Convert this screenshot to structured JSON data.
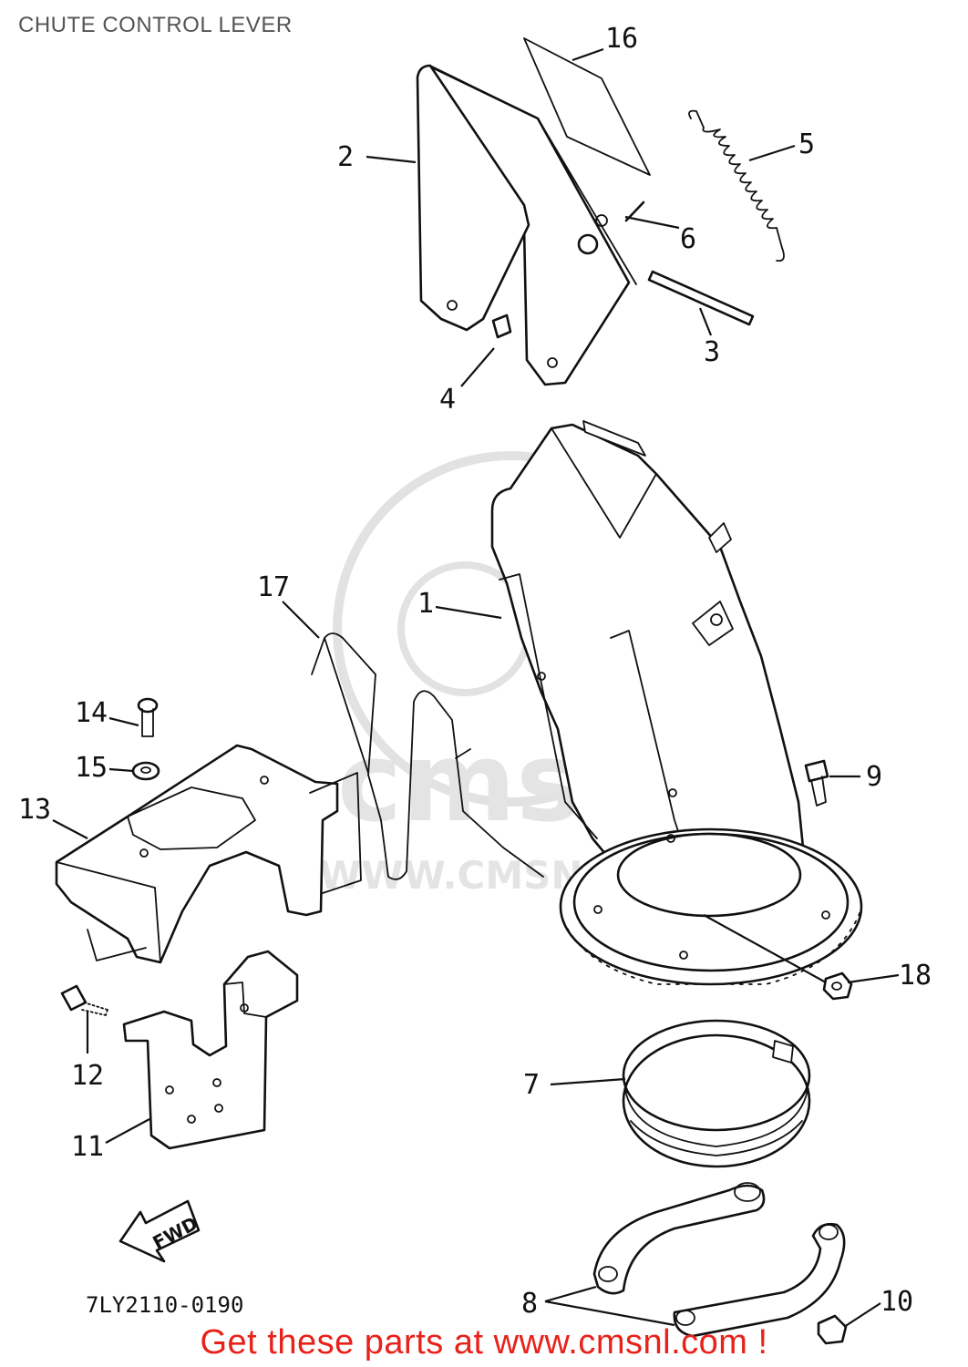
{
  "title": "CHUTE CONTROL LEVER",
  "diagram_code": "7LY2110-0190",
  "fwd_label": "FWD",
  "watermark": {
    "brand": "cms",
    "url": "WWW.CMSNL.COM"
  },
  "promo": "Get these parts at www.cmsnl.com !",
  "callouts": [
    {
      "id": "1",
      "label": "1"
    },
    {
      "id": "2",
      "label": "2"
    },
    {
      "id": "3",
      "label": "3"
    },
    {
      "id": "4",
      "label": "4"
    },
    {
      "id": "5",
      "label": "5"
    },
    {
      "id": "6",
      "label": "6"
    },
    {
      "id": "7",
      "label": "7"
    },
    {
      "id": "8",
      "label": "8"
    },
    {
      "id": "9",
      "label": "9"
    },
    {
      "id": "10",
      "label": "10"
    },
    {
      "id": "11",
      "label": "11"
    },
    {
      "id": "12",
      "label": "12"
    },
    {
      "id": "13",
      "label": "13"
    },
    {
      "id": "14",
      "label": "14"
    },
    {
      "id": "15",
      "label": "15"
    },
    {
      "id": "16",
      "label": "16"
    },
    {
      "id": "17",
      "label": "17"
    },
    {
      "id": "18",
      "label": "18"
    }
  ],
  "colors": {
    "promo": "#e8211a",
    "line": "#111111",
    "watermark": "#e2e2e2"
  }
}
